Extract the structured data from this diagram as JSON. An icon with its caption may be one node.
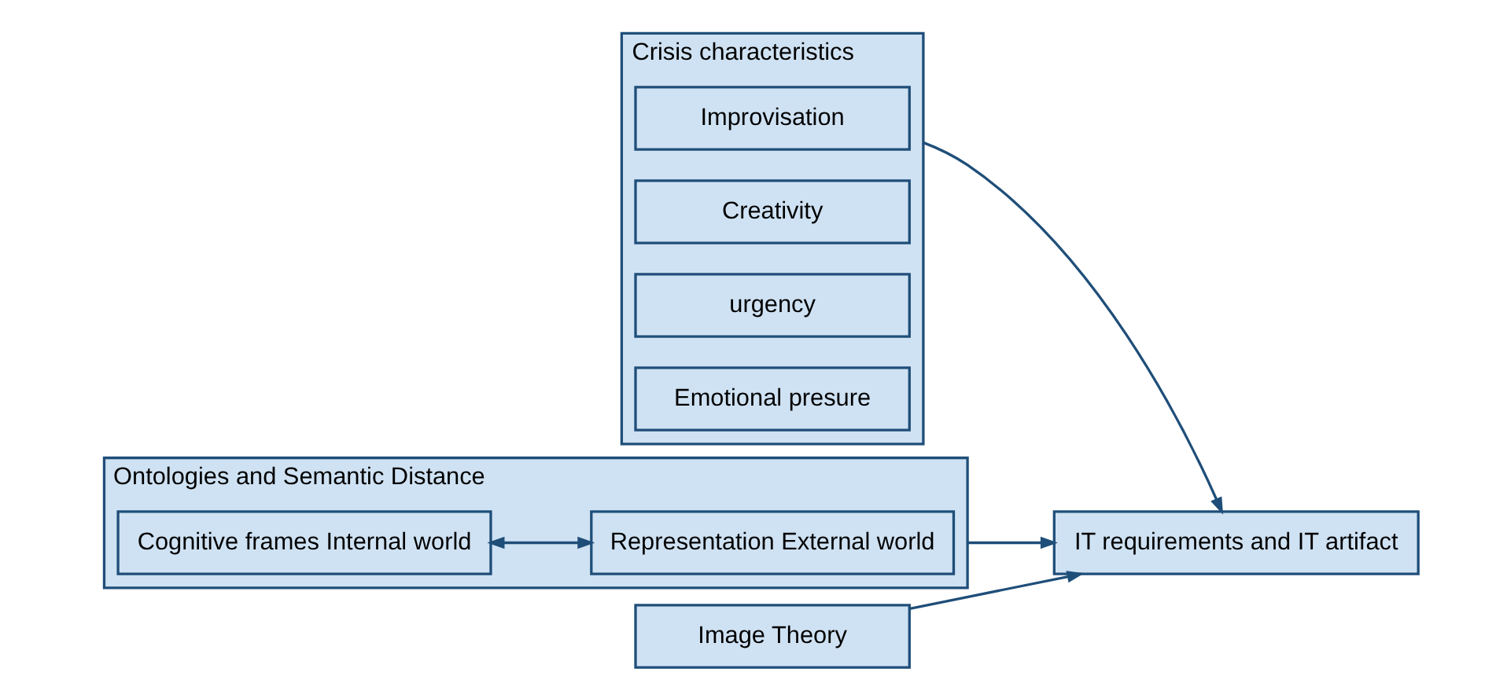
{
  "diagram": {
    "nodes": [
      {
        "text": [
          "Crisis characteristics"
        ]
      },
      {
        "text": [
          "Emotional presure"
        ],
        "in": 0
      },
      {
        "text": [
          "urgency"
        ],
        "in": 0
      },
      {
        "text": [
          "Creativity"
        ],
        "in": 0
      },
      {
        "text": [
          "Improvisation"
        ],
        "in": 0
      },
      {
        "text": [
          "Ontologies and Semantic Distance"
        ]
      },
      {
        "text": [
          "Cognitive frames Internal world"
        ],
        "in": 5
      },
      {
        "text": [
          "Representation External world"
        ],
        "in": 5
      },
      {
        "text": [
          "IT requirements and IT artifact"
        ]
      },
      {
        "text": [
          "Image Theory"
        ]
      }
    ],
    "edges": [
      {
        "from": 6,
        "to": 7,
        "arrow": "both"
      },
      {
        "from": 5,
        "to": 8,
        "arrow": "to"
      },
      {
        "from": 0,
        "to": 8,
        "arrow": "to"
      },
      {
        "from": 9,
        "to": 8,
        "arrow": "to"
      }
    ]
  }
}
